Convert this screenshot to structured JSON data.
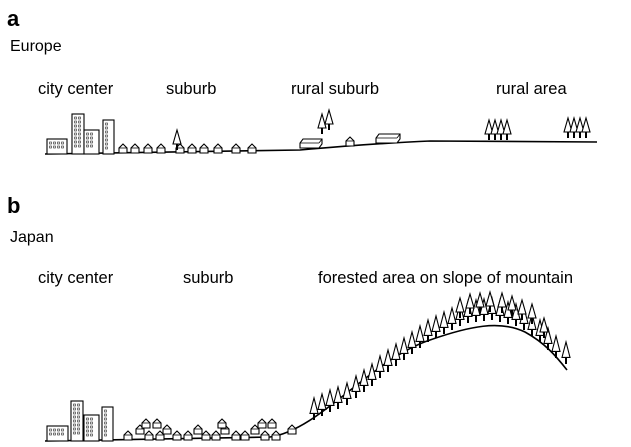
{
  "panels": [
    {
      "letter": "a",
      "region": "Europe",
      "zones": [
        "city center",
        "suburb",
        "rural suburb",
        "rural area"
      ]
    },
    {
      "letter": "b",
      "region": "Japan",
      "zones": [
        "city center",
        "suburb",
        "forested area on slope of mountain"
      ]
    }
  ],
  "icons": [
    "building-icon",
    "house-icon",
    "tree-icon",
    "cottage-icon"
  ]
}
